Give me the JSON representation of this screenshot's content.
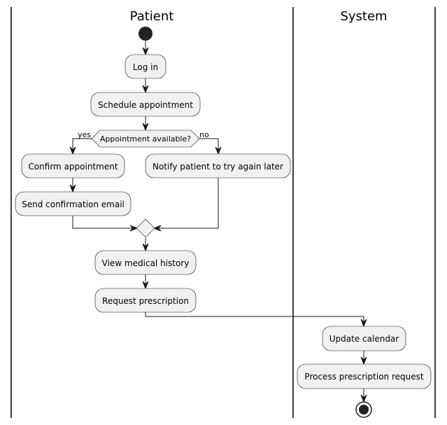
{
  "swimlanes": [
    {
      "label": "Patient"
    },
    {
      "label": "System"
    }
  ],
  "nodes": {
    "log_in": "Log in",
    "schedule": "Schedule appointment",
    "confirm": "Confirm appointment",
    "send_email": "Send confirmation email",
    "notify": "Notify patient to try again later",
    "view_history": "View medical history",
    "request_rx": "Request prescription",
    "update_calendar": "Update calendar",
    "process_rx": "Process prescription request"
  },
  "decision": {
    "label": "Appointment available?",
    "yes_label": "yes",
    "no_label": "no"
  },
  "colors": {
    "node_fill": "#f1f1f1",
    "node_stroke": "#181818",
    "start_end": "#222222",
    "lane_line": "#000000"
  }
}
